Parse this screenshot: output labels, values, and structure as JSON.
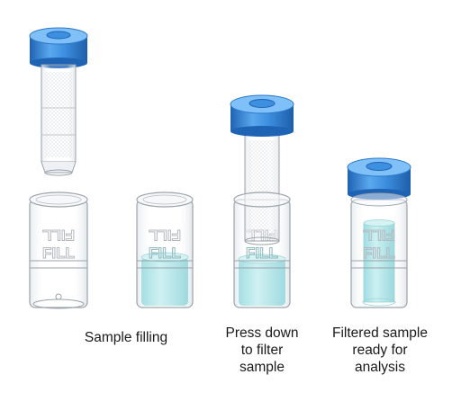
{
  "captions": {
    "sample_filling": "Sample filling",
    "press_down": [
      "Press down",
      "to filter",
      "sample"
    ],
    "filtered": [
      "Filtered sample",
      "ready for",
      "analysis"
    ]
  },
  "vial_embossing": {
    "top": "FILL",
    "bottom": "FILL"
  },
  "colors": {
    "cap_blue": "#3d8fe0",
    "cap_blue_light": "#7ec0f7",
    "cap_blue_dark": "#1f63b4",
    "sample_liquid": "#bfe9ec",
    "outline": "#9aa3ab"
  }
}
